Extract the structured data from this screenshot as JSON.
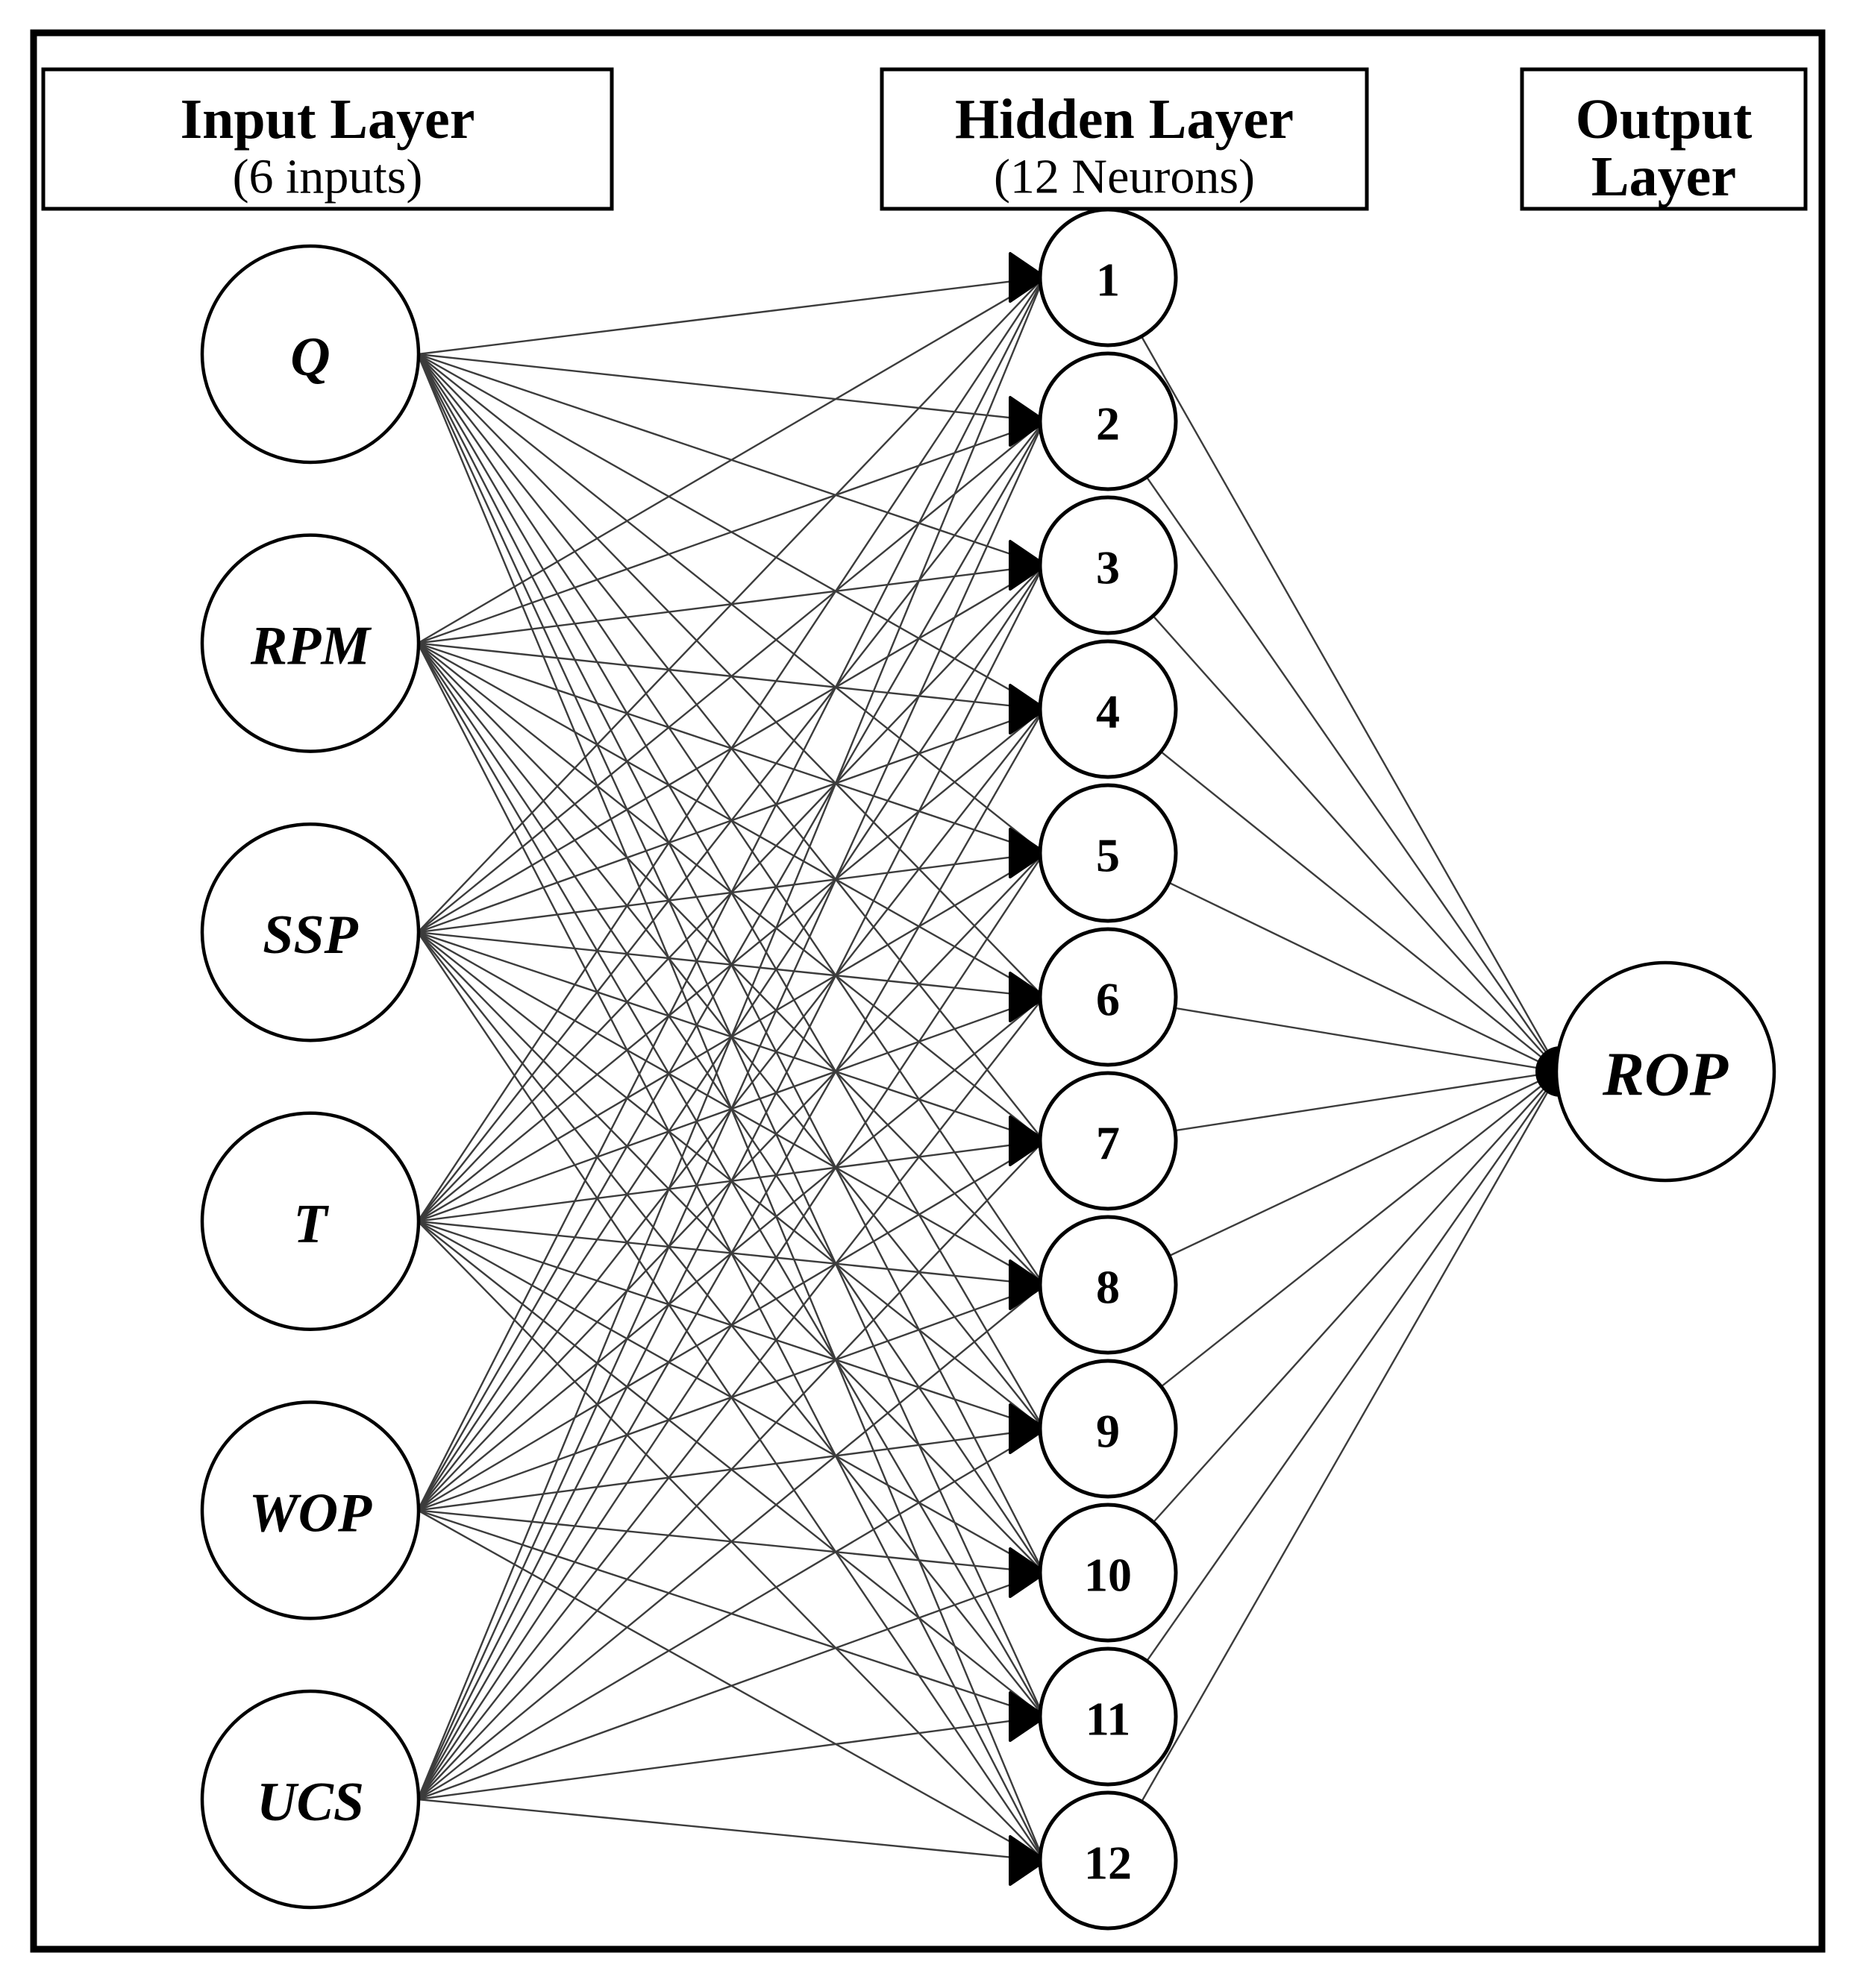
{
  "figure": {
    "type": "neural-network-architecture-diagram",
    "background_color": "#ffffff",
    "frame_color": "#000000",
    "node_stroke_color": "#000000",
    "node_fill_color": "#ffffff",
    "edge_color": "#3c3c3c",
    "arrowhead_color": "#000000"
  },
  "layers": {
    "input": {
      "title": "Input Layer",
      "subtitle": "(6 inputs)",
      "nodes": [
        "Q",
        "RPM",
        "SSP",
        "T",
        "WOP",
        "UCS"
      ]
    },
    "hidden": {
      "title": "Hidden Layer",
      "subtitle": "(12 Neurons)",
      "nodes": [
        "1",
        "2",
        "3",
        "4",
        "5",
        "6",
        "7",
        "8",
        "9",
        "10",
        "11",
        "12"
      ]
    },
    "output": {
      "title_line1": "Output",
      "title_line2": "Layer",
      "nodes": [
        "ROP"
      ]
    }
  },
  "connections": {
    "input_to_hidden": "fully-connected (6 x 12 = 72 links, arrowheads into hidden neurons)",
    "hidden_to_output": "fully-connected (12 x 1 = 12 links, arrowhead into output neuron)"
  }
}
